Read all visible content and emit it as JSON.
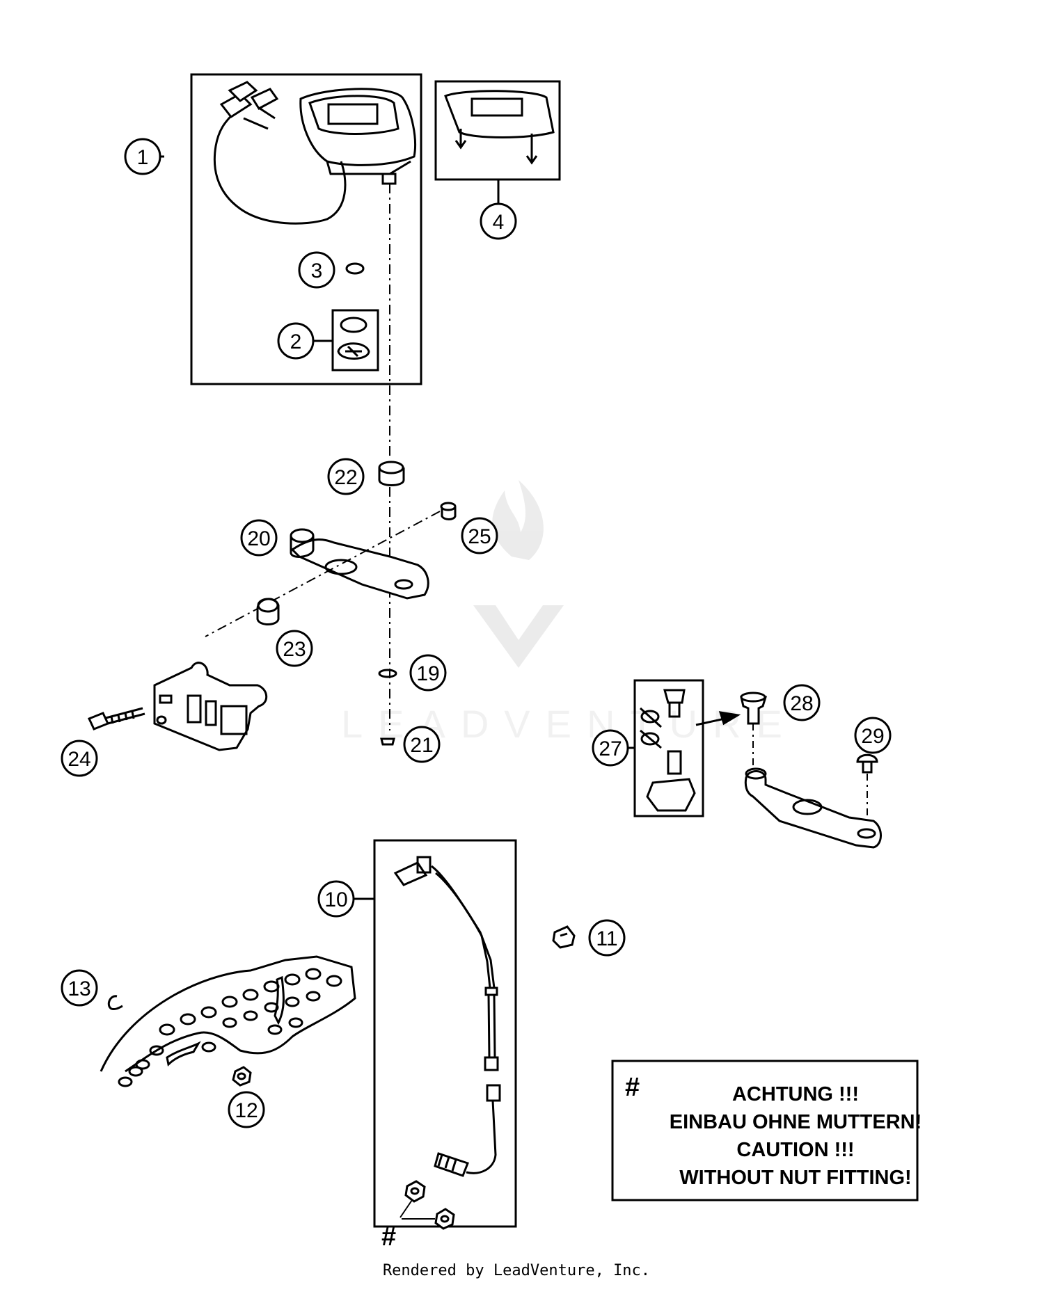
{
  "callouts": [
    "1",
    "2",
    "3",
    "4",
    "10",
    "11",
    "12",
    "13",
    "19",
    "20",
    "21",
    "22",
    "23",
    "24",
    "25",
    "27",
    "28",
    "29"
  ],
  "note": {
    "hash": "#",
    "lines": [
      "ACHTUNG !!!",
      "EINBAU OHNE MUTTERN!",
      "CAUTION !!!",
      "WITHOUT NUT FITTING!"
    ]
  },
  "nut_hash": "#",
  "watermark": "LEADVENTURE",
  "footer": "Rendered by LeadVenture, Inc."
}
